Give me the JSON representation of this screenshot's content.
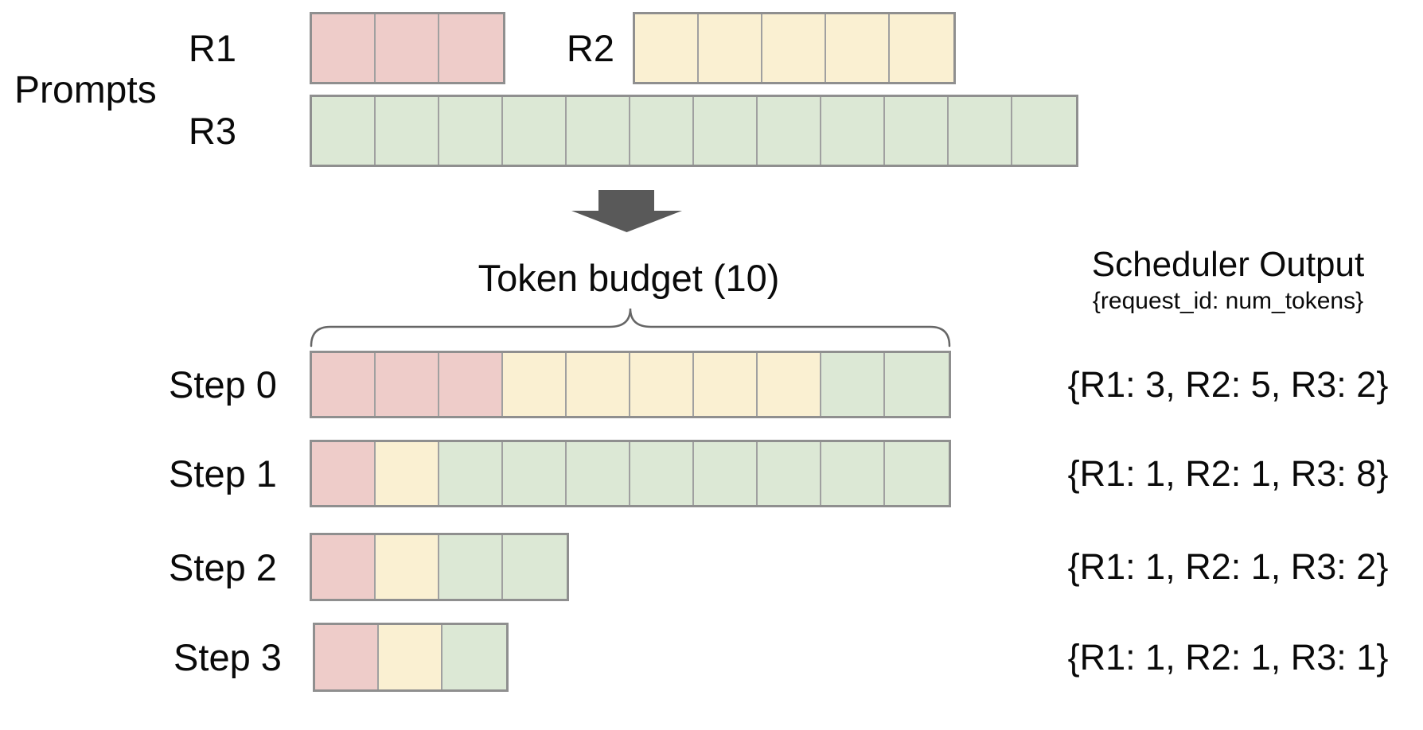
{
  "palette": {
    "r1": "#eeccc9",
    "r2": "#faf0d2",
    "r3": "#dce8d5",
    "cell_border": "#a0a0a0",
    "row_border": "#8f8f8f",
    "arrow": "#595959",
    "brace": "#666666",
    "text": "#0a0a0a"
  },
  "prompts": {
    "section_label": "Prompts",
    "rows": [
      {
        "label": "R1",
        "cells": [
          "r1",
          "r1",
          "r1"
        ]
      },
      {
        "label": "R2",
        "cells": [
          "r2",
          "r2",
          "r2",
          "r2",
          "r2"
        ]
      },
      {
        "label": "R3",
        "cells": [
          "r3",
          "r3",
          "r3",
          "r3",
          "r3",
          "r3",
          "r3",
          "r3",
          "r3",
          "r3",
          "r3",
          "r3"
        ]
      }
    ]
  },
  "token_budget": {
    "label": "Token budget (10)"
  },
  "scheduler_output": {
    "title": "Scheduler Output",
    "subtitle": "{request_id: num_tokens}"
  },
  "steps": [
    {
      "label": "Step 0",
      "cells": [
        "r1",
        "r1",
        "r1",
        "r2",
        "r2",
        "r2",
        "r2",
        "r2",
        "r3",
        "r3"
      ],
      "output": "{R1: 3, R2: 5, R3: 2}"
    },
    {
      "label": "Step 1",
      "cells": [
        "r1",
        "r2",
        "r3",
        "r3",
        "r3",
        "r3",
        "r3",
        "r3",
        "r3",
        "r3"
      ],
      "output": "{R1: 1, R2: 1, R3: 8}"
    },
    {
      "label": "Step 2",
      "cells": [
        "r1",
        "r2",
        "r3",
        "r3"
      ],
      "output": "{R1: 1, R2: 1, R3: 2}"
    },
    {
      "label": "Step 3",
      "cells": [
        "r1",
        "r2",
        "r3"
      ],
      "output": "{R1: 1, R2: 1, R3: 1}"
    }
  ]
}
